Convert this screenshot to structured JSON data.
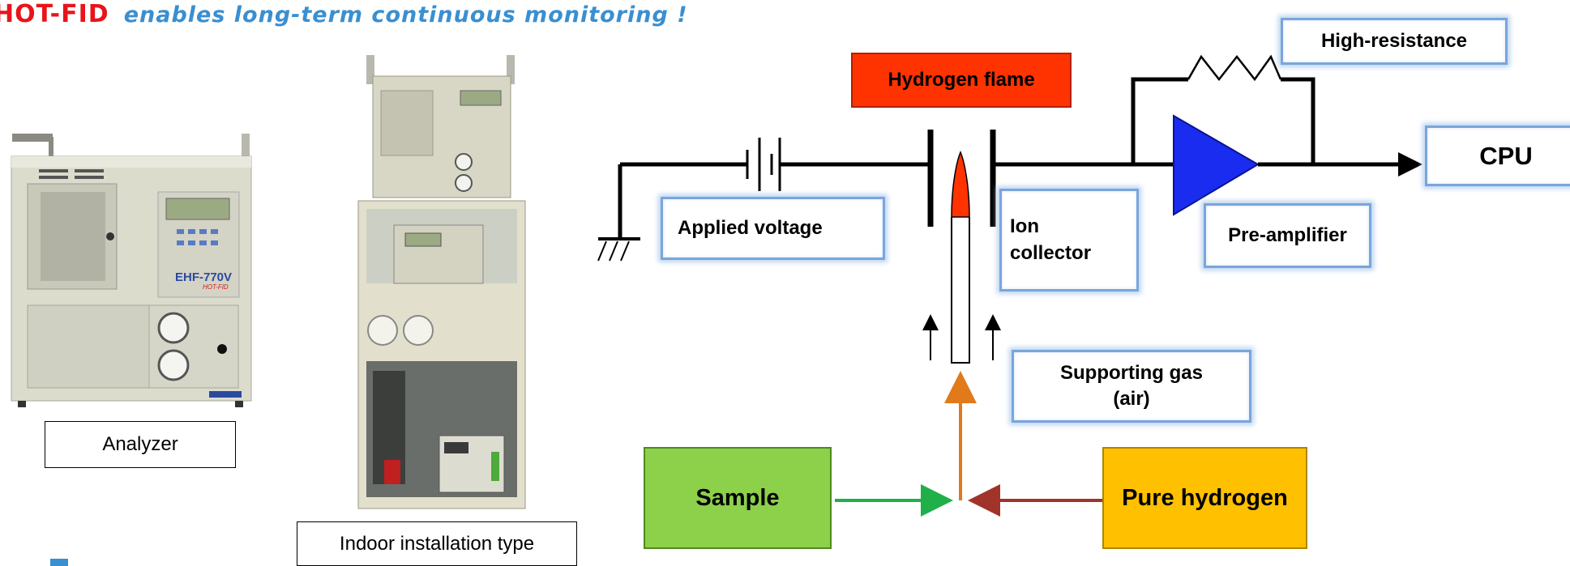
{
  "header": {
    "brand": "HOT-FID",
    "slogan": "enables long-term continuous monitoring !"
  },
  "photos": {
    "analyzer_caption": "Analyzer",
    "indoor_caption": "Indoor installation type",
    "analyzer_panel_text": "EHF-770V",
    "analyzer_panel_subtext": "HOT-FID"
  },
  "diagram": {
    "labels": {
      "high_resistance": "High-resistance",
      "hydrogen_flame": "Hydrogen flame",
      "cpu": "CPU",
      "applied_voltage": "Applied voltage",
      "ion_collector_line1": "Ion",
      "ion_collector_line2": "collector",
      "pre_amplifier": "Pre-amplifier",
      "supporting_gas_line1": "Supporting gas",
      "supporting_gas_line2": "(air)",
      "sample": "Sample",
      "pure_hydrogen": "Pure hydrogen"
    },
    "colors": {
      "amplifier": "#1a2cf0",
      "flame": "#ff3300",
      "sample_line": "#1fb04a",
      "hydrogen_line": "#a0342a",
      "fuel_line": "#e07a1a",
      "label_border": "#7aa5dc",
      "brand": "#e8141c",
      "slogan": "#3a8fd0"
    }
  }
}
